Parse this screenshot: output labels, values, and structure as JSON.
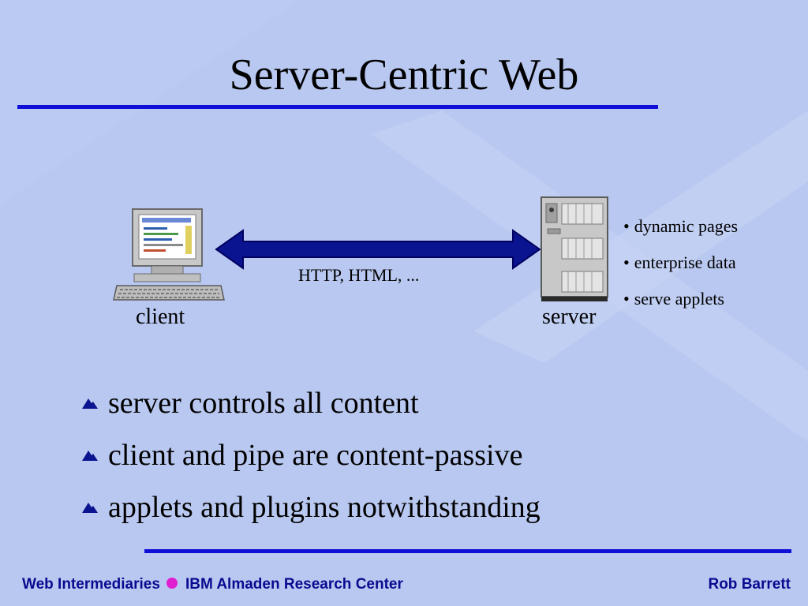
{
  "slide": {
    "title": "Server-Centric Web"
  },
  "diagram": {
    "client_label": "client",
    "server_label": "server",
    "connection_label": "HTTP, HTML, ...",
    "server_notes": [
      "dynamic pages",
      "enterprise data",
      "serve applets"
    ],
    "note_bullet": "•"
  },
  "points": [
    "server controls all content",
    "client and pipe are content-passive",
    "applets and plugins notwithstanding"
  ],
  "footer": {
    "left_part1": "Web Intermediaries",
    "left_part2": "IBM Almaden Research Center",
    "right": "Rob Barrett"
  },
  "colors": {
    "background": "#b9c8f0",
    "rule": "#0f0fd8",
    "arrow": "#0a1490",
    "footer_text": "#0a0a90",
    "footer_dot": "#e01fd0"
  }
}
